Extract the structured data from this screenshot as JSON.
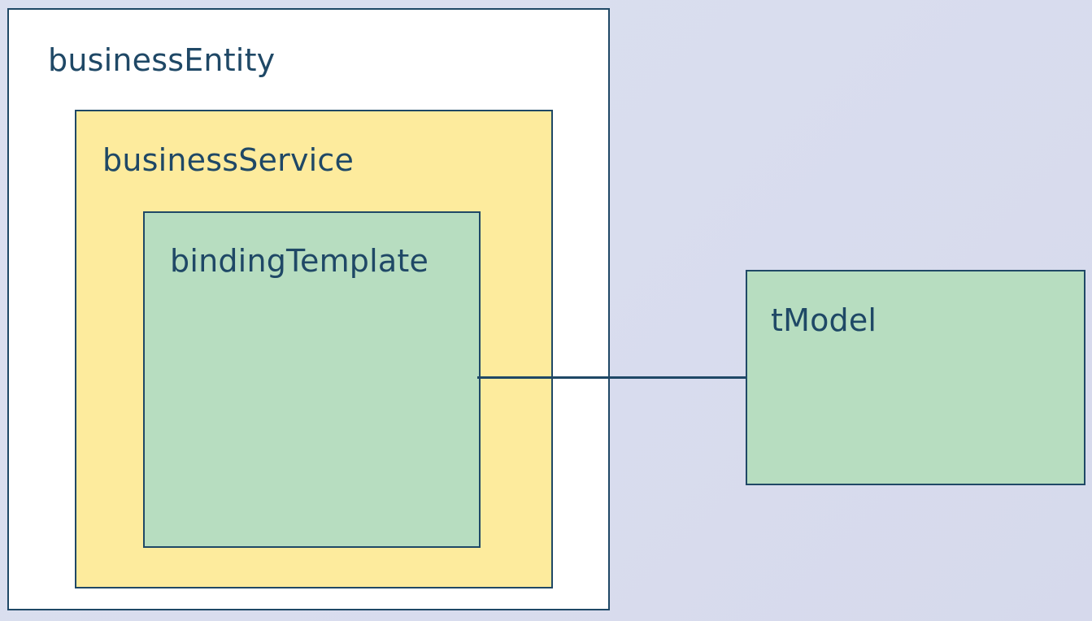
{
  "diagram": {
    "nodes": {
      "business_entity": {
        "label": "businessEntity"
      },
      "business_service": {
        "label": "businessService"
      },
      "binding_template": {
        "label": "bindingTemplate"
      },
      "tmodel": {
        "label": "tModel"
      }
    },
    "edges": [
      {
        "from": "bindingTemplate",
        "to": "tModel"
      }
    ],
    "colors": {
      "border": "#1f4866",
      "business_entity_fill": "#ffffff",
      "business_service_fill": "#fdeb9d",
      "green_fill": "#b7ddc0",
      "background": "#d9ddee"
    }
  }
}
